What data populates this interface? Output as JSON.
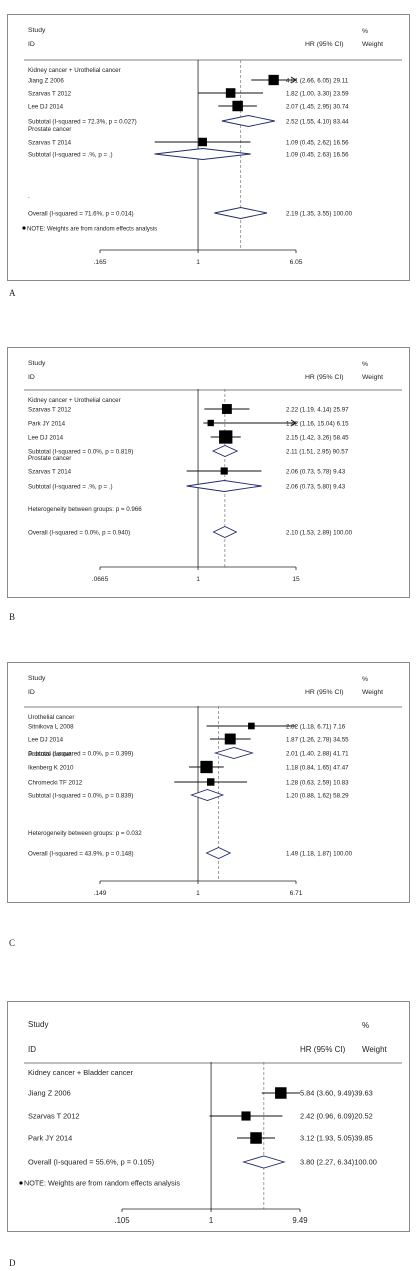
{
  "header": {
    "study": "Study",
    "id": "ID",
    "hr": "HR (95% CI)",
    "pct": "%",
    "weight": "Weight"
  },
  "chart_data": [
    {
      "type": "forest",
      "panel_label": "A",
      "groups": [
        {
          "title": "Kidney cancer + Urothelial cancer",
          "rows": [
            {
              "study": "Jiang Z 2006",
              "hr": 4.01,
              "lo": 2.66,
              "hi": 6.05,
              "text": "4.01 (2.66, 6.05) 29.11",
              "arrow": true
            },
            {
              "study": "Szarvas T 2012",
              "hr": 1.82,
              "lo": 1.0,
              "hi": 3.3,
              "text": "1.82 (1.00, 3.30) 23.59"
            },
            {
              "study": "Lee DJ 2014",
              "hr": 2.07,
              "lo": 1.45,
              "hi": 2.95,
              "text": "2.07 (1.45, 2.95) 30.74"
            }
          ],
          "subtotal": {
            "label": "Subtotal  (I-squared = 72.3%, p = 0.027)",
            "hr": 2.52,
            "lo": 1.55,
            "hi": 4.1,
            "text": "2.52 (1.55, 4.10) 83.44"
          }
        },
        {
          "title": "Prostate cancer",
          "rows": [
            {
              "study": "Szarvas T 2014",
              "hr": 1.09,
              "lo": 0.45,
              "hi": 2.62,
              "text": "1.09 (0.45, 2.62) 16.56"
            }
          ],
          "subtotal": {
            "label": "Subtotal  (I-squared = .%, p = .)",
            "hr": 1.09,
            "lo": 0.45,
            "hi": 2.63,
            "text": "1.09 (0.45, 2.63) 16.56"
          }
        }
      ],
      "dot": ".",
      "heterogeneity": "",
      "overall": {
        "label": "Overall  (I-squared = 71.6%, p = 0.014)",
        "hr": 2.19,
        "lo": 1.35,
        "hi": 3.55,
        "text": "2.19 (1.35, 3.55) 100.00"
      },
      "note": "NOTE: Weights are from random effects analysis",
      "ticks": [
        0.165,
        1,
        6.05
      ],
      "tick_labels": [
        ".165",
        "1",
        "6.05"
      ],
      "xlim": [
        0.165,
        6.05
      ]
    },
    {
      "type": "forest",
      "panel_label": "B",
      "groups": [
        {
          "title": "Kidney cancer + Urothelial cancer",
          "rows": [
            {
              "study": "Szarvas T 2012",
              "hr": 2.22,
              "lo": 1.19,
              "hi": 4.14,
              "text": "2.22 (1.19, 4.14) 25.97"
            },
            {
              "study": "Park JY 2014",
              "hr": 1.42,
              "lo": 1.16,
              "hi": 15.04,
              "text": "1.42 (1.16, 15.04) 6.15",
              "arrow": true
            },
            {
              "study": "Lee DJ 2014",
              "hr": 2.15,
              "lo": 1.42,
              "hi": 3.26,
              "text": "2.15 (1.42, 3.26) 58.45"
            }
          ],
          "subtotal": {
            "label": "Subtotal  (I-squared = 0.0%, p = 0.819)",
            "hr": 2.11,
            "lo": 1.51,
            "hi": 2.95,
            "text": "2.11 (1.51, 2.95) 90.57"
          }
        },
        {
          "title": "Prostate cancer",
          "rows": [
            {
              "study": "Szarvas T 2014",
              "hr": 2.06,
              "lo": 0.73,
              "hi": 5.78,
              "text": "2.06 (0.73, 5.78) 9.43"
            }
          ],
          "subtotal": {
            "label": "Subtotal  (I-squared = .%, p = .)",
            "hr": 2.06,
            "lo": 0.73,
            "hi": 5.8,
            "text": "2.06 (0.73, 5.80) 9.43"
          }
        }
      ],
      "dot": "",
      "heterogeneity": "Heterogeneity between groups: p = 0.966",
      "overall": {
        "label": "Overall  (I-squared = 0.0%, p = 0.940)",
        "hr": 2.1,
        "lo": 1.53,
        "hi": 2.89,
        "text": "2.10 (1.53, 2.89) 100.00"
      },
      "note": "",
      "ticks": [
        0.0665,
        1,
        15
      ],
      "tick_labels": [
        ".0665",
        "1",
        "15"
      ],
      "xlim": [
        0.0665,
        15
      ]
    },
    {
      "type": "forest",
      "panel_label": "C",
      "groups": [
        {
          "title": "Urothelial cancer",
          "rows": [
            {
              "study": "Sitnikova L 2008",
              "hr": 2.82,
              "lo": 1.18,
              "hi": 6.71,
              "text": "2.82 (1.18, 6.71) 7.16"
            },
            {
              "study": "Lee DJ 2014",
              "hr": 1.87,
              "lo": 1.26,
              "hi": 2.78,
              "text": "1.87 (1.26, 2.78) 34.55"
            }
          ],
          "subtotal": {
            "label": "Subtotal  (I-squared = 0.0%, p = 0.399)",
            "hr": 2.01,
            "lo": 1.4,
            "hi": 2.88,
            "text": "2.01 (1.40, 2.88) 41.71"
          }
        },
        {
          "title": "Prostate cancer",
          "rows": [
            {
              "study": "Ikenberg K 2010",
              "hr": 1.18,
              "lo": 0.84,
              "hi": 1.65,
              "text": "1.18 (0.84, 1.65) 47.47"
            },
            {
              "study": "Chromecki TF 2012",
              "hr": 1.28,
              "lo": 0.63,
              "hi": 2.59,
              "text": "1.28 (0.63, 2.59) 10.83"
            }
          ],
          "subtotal": {
            "label": "Subtotal  (I-squared = 0.0%, p = 0.839)",
            "hr": 1.2,
            "lo": 0.88,
            "hi": 1.62,
            "text": "1.20 (0.88, 1.62) 58.29"
          }
        }
      ],
      "dot": "",
      "heterogeneity": "Heterogeneity between groups: p = 0.032",
      "overall": {
        "label": "Overall  (I-squared = 43.9%, p = 0.148)",
        "hr": 1.49,
        "lo": 1.18,
        "hi": 1.87,
        "text": "1.49 (1.18, 1.87) 100.00"
      },
      "note": "",
      "ticks": [
        0.149,
        1,
        6.71
      ],
      "tick_labels": [
        ".149",
        "1",
        "6.71"
      ],
      "xlim": [
        0.149,
        6.71
      ]
    },
    {
      "type": "forest",
      "panel_label": "D",
      "groups": [
        {
          "title": "Kidney cancer + Bladder cancer",
          "rows": [
            {
              "study": "Jiang Z 2006",
              "hr": 5.84,
              "lo": 3.6,
              "hi": 9.49,
              "text": "5.84 (3.60, 9.49)39.63"
            },
            {
              "study": "Szarvas T 2012",
              "hr": 2.42,
              "lo": 0.96,
              "hi": 6.09,
              "text": "2.42 (0.96, 6.09)20.52"
            },
            {
              "study": "Park JY 2014",
              "hr": 3.12,
              "lo": 1.93,
              "hi": 5.05,
              "text": "3.12 (1.93, 5.05)39.85"
            }
          ],
          "subtotal": null
        }
      ],
      "dot": "",
      "heterogeneity": "",
      "overall": {
        "label": "Overall  (I-squared = 55.6%, p = 0.105)",
        "hr": 3.8,
        "lo": 2.27,
        "hi": 6.34,
        "text": "3.80 (2.27, 6.34)100.00"
      },
      "note": "NOTE: Weights are from random effects analysis",
      "ticks": [
        0.105,
        1,
        9.49
      ],
      "tick_labels": [
        ".105",
        "1",
        "9.49"
      ],
      "xlim": [
        0.105,
        9.49
      ]
    }
  ]
}
